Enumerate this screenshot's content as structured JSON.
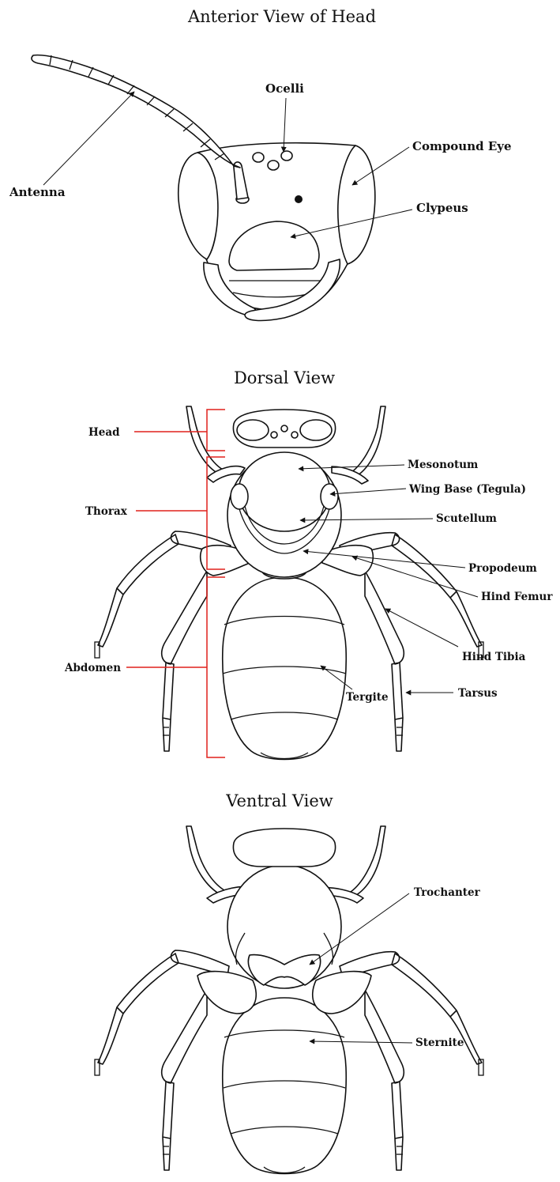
{
  "anterior": {
    "title": "Anterior View of Head",
    "labels": {
      "antenna": "Antenna",
      "ocelli": "Ocelli",
      "compound_eye": "Compound Eye",
      "clypeus": "Clypeus"
    }
  },
  "dorsal": {
    "title": "Dorsal View",
    "regions": {
      "head": "Head",
      "thorax": "Thorax",
      "abdomen": "Abdomen"
    },
    "labels": {
      "mesonotum": "Mesonotum",
      "wing_base": "Wing Base (Tegula)",
      "scutellum": "Scutellum",
      "propodeum": "Propodeum",
      "hind_femur": "Hind Femur",
      "hind_tibia": "Hind Tibia",
      "tergite": "Tergite",
      "tarsus": "Tarsus"
    }
  },
  "ventral": {
    "title": "Ventral View",
    "labels": {
      "trochanter": "Trochanter",
      "sternite": "Sternite"
    }
  },
  "colors": {
    "outline": "#111111",
    "region_bracket": "#e0211c",
    "background": "#ffffff"
  }
}
